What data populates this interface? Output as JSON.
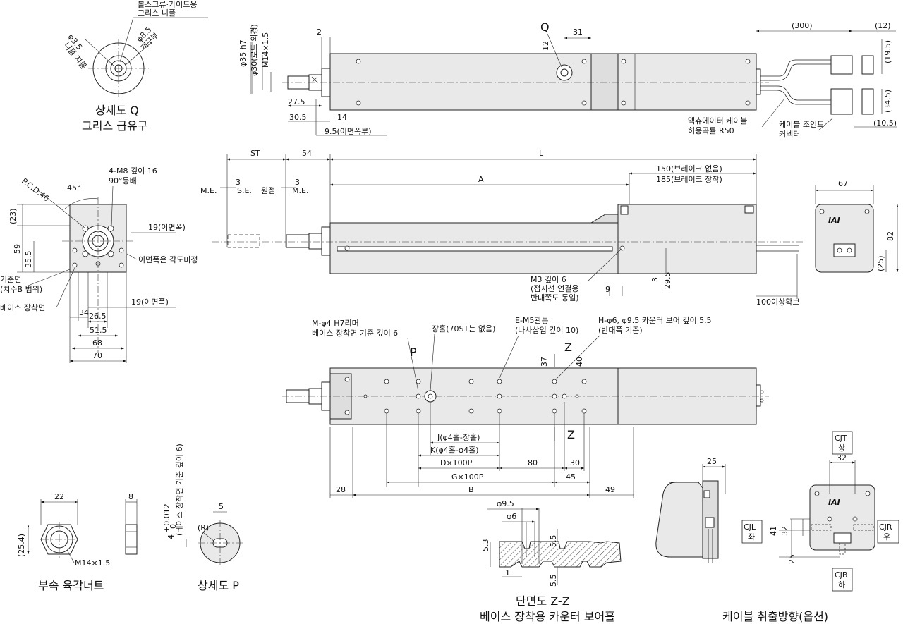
{
  "labels": {
    "bolt_grease": "볼스크류·가이드용",
    "grease_nipple": "그리스 니플",
    "phi35_top": "φ3.5",
    "nipple_dia": "니플 지름",
    "phi85": "φ8.5",
    "opening": "개구부",
    "detail_q_1": "상세도 Q",
    "detail_q_2": "그리스 급유구",
    "phi35h7": "φ35 h7",
    "phi30": "φ30(로드 외경)",
    "m14": "M14×1.5",
    "d2": "2",
    "q": "Q",
    "d31": "31",
    "d12": "12",
    "d300": "(300)",
    "d12p": "(12)",
    "d195": "(19.5)",
    "d345": "(34.5)",
    "d105": "(10.5)",
    "d275": "27.5",
    "d305": "30.5",
    "d14": "14",
    "d95": "9.5(이면폭부)",
    "cable_bend_1": "액츄에이터 케이블",
    "cable_bend_2": "허용곡률 R50",
    "cable_joint_1": "케이블 조인트",
    "cable_joint_2": "커넥터",
    "st": "ST",
    "d54": "54",
    "l": "L",
    "brake_none": "150(브레이크 없음)",
    "brake_with": "185(브레이크 장착)",
    "a": "A",
    "me": "M.E.",
    "se": "S.E.",
    "origin": "원점",
    "d3": "3",
    "d67": "67",
    "d82": "82",
    "d25p": "(25)",
    "pcd": "P.C.D.46",
    "deg45": "45°",
    "m8_1": "4-M8 깊이 16",
    "m8_2": "90°등배",
    "d23": "(23)",
    "d59": "59",
    "d355": "35.5",
    "w19a": "19(이면폭)",
    "angle_note": "이면폭은 각도미정",
    "ref_1": "기준면",
    "ref_2": "(치수B 범위)",
    "base_mount": "베이스 장착면",
    "d34": "34",
    "d265": "26.5",
    "w19b": "19(이면폭)",
    "d515": "51.5",
    "d68": "68",
    "d70": "70",
    "m3_1": "M3 깊이 6",
    "m3_2": "(접지선 연결용",
    "m3_3": "반대쪽도 동일)",
    "d9": "9",
    "d3b": "3",
    "d295": "29.5",
    "d100": "100이상확보",
    "reamer_1": "M-φ4 H7리머",
    "reamer_2": "베이스 장착면 기준 깊이 6",
    "slot": "장홀(70ST는 없음)",
    "p": "P",
    "e_m5_1": "E-M5관통",
    "e_m5_2": "(나사삽입 깊이 10)",
    "h_1": "H-φ6, φ9.5 카운터 보어 깊이 5.5",
    "h_2": "(반대쪽 기준)",
    "z": "Z",
    "d37": "37",
    "d40": "40",
    "j": "J(φ4홀-장홀)",
    "k": "K(φ4홀-φ4홀)",
    "dx100": "D×100P",
    "d80": "80",
    "d30": "30",
    "gx100": "G×100P",
    "d45": "45",
    "d28": "28",
    "b": "B",
    "d49": "49",
    "d22": "22",
    "d8": "8",
    "d254": "(25.4)",
    "m14b": "M14×1.5",
    "nut": "부속 육각너트",
    "depth_p": "(베이스 장착면 기준 깊이 6)",
    "d4": "4",
    "tol_up": "+0.012",
    "tol_dn": "0",
    "d5": "5",
    "r": "(R)",
    "detail_p": "상세도 P",
    "phi95": "φ9.5",
    "phi6": "φ6",
    "d53": "5.3",
    "d55a": "5.5",
    "d1": "1",
    "d55b": "5.5",
    "zz_1": "단면도 Z-Z",
    "zz_2": "베이스 장착용 카운터 보어홀",
    "d25": "25",
    "cjt_1": "CJT",
    "cjt_2": "상",
    "d32": "32",
    "d41": "41",
    "d32b": "32",
    "d25b": "25",
    "cjl_1": "CJL",
    "cjl_2": "좌",
    "cjr_1": "CJR",
    "cjr_2": "우",
    "cjb_1": "CJB",
    "cjb_2": "하",
    "cable_dir": "케이블 취출방향(옵션)",
    "logo": "IAI"
  }
}
